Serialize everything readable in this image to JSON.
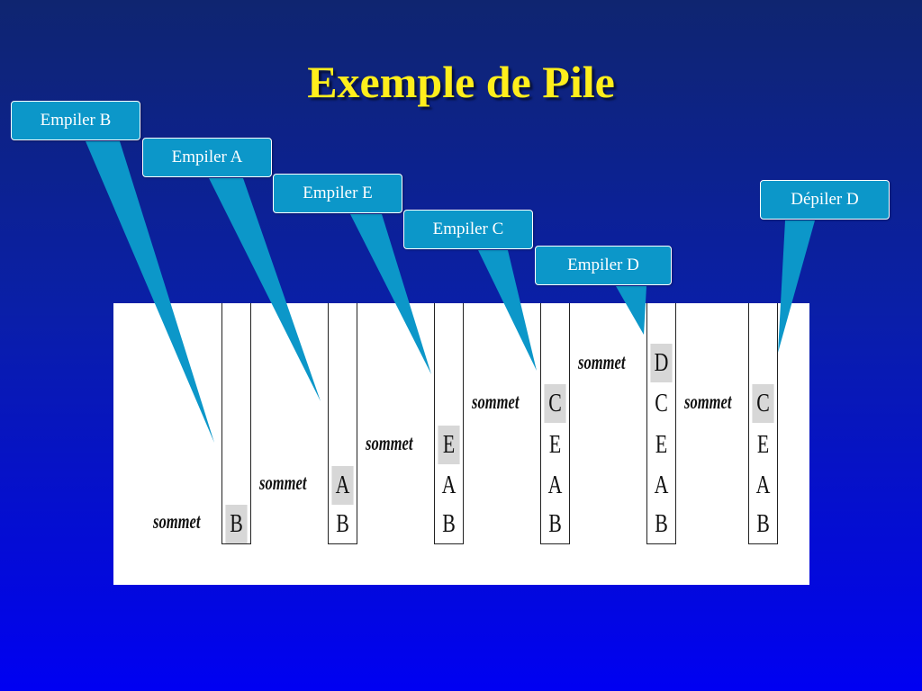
{
  "title": "Exemple de Pile",
  "sommet_label": "sommet",
  "callouts": [
    {
      "label": "Empiler B"
    },
    {
      "label": "Empiler A"
    },
    {
      "label": "Empiler E"
    },
    {
      "label": "Empiler C"
    },
    {
      "label": "Empiler D"
    },
    {
      "label": "Dépiler D"
    }
  ],
  "stacks": [
    {
      "cells": [
        "B"
      ],
      "top": "B"
    },
    {
      "cells": [
        "A",
        "B"
      ],
      "top": "A"
    },
    {
      "cells": [
        "E",
        "A",
        "B"
      ],
      "top": "E"
    },
    {
      "cells": [
        "C",
        "E",
        "A",
        "B"
      ],
      "top": "C"
    },
    {
      "cells": [
        "D",
        "C",
        "E",
        "A",
        "B"
      ],
      "top": "D"
    },
    {
      "cells": [
        "C",
        "E",
        "A",
        "B"
      ],
      "top": "C"
    }
  ],
  "colors": {
    "title": "#ffee1c",
    "callout_fill": "#0c97c9",
    "top_cell": "#d7d7d7",
    "background_top": "#0f2570",
    "background_bottom": "#0000f2"
  }
}
